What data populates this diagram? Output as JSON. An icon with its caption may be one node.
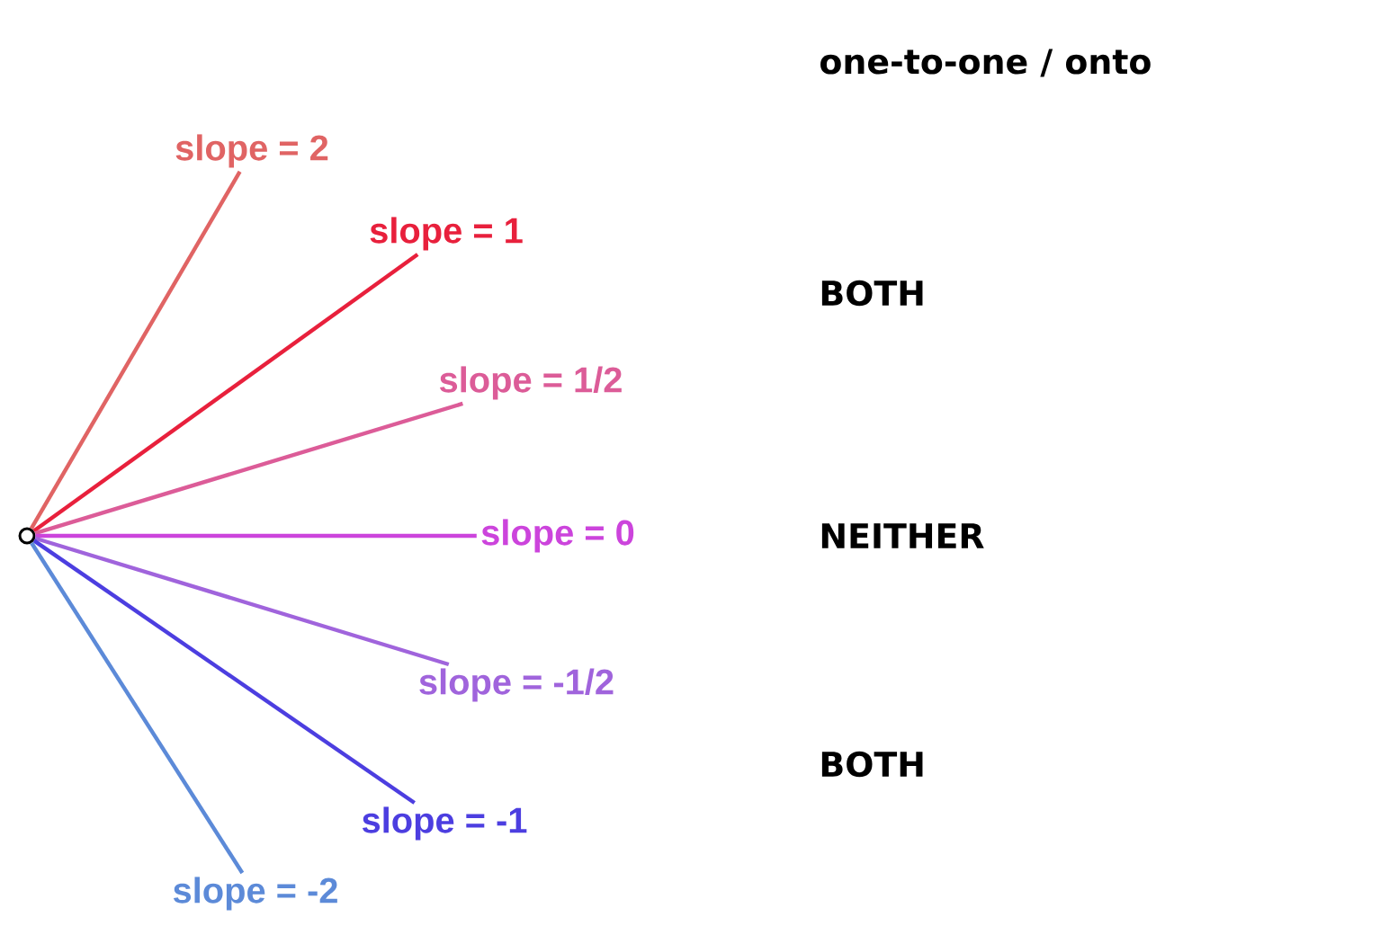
{
  "diagram": {
    "nodes": [
      {
        "text": [],
        "shape": "circle"
      },
      {
        "text": [
          "slope = 2"
        ]
      },
      {
        "text": [
          "slope = 1"
        ]
      },
      {
        "text": [
          "slope = 1/2"
        ]
      },
      {
        "text": [
          "slope = 0"
        ]
      },
      {
        "text": [
          "slope = -1/2"
        ]
      },
      {
        "text": [
          "slope = -1"
        ]
      },
      {
        "text": [
          "slope = -2"
        ]
      }
    ],
    "edges": [
      {
        "from": 0,
        "to": 1,
        "arrow": "none",
        "color": "#e06464"
      },
      {
        "from": 0,
        "to": 2,
        "arrow": "none",
        "color": "#e8203c"
      },
      {
        "from": 0,
        "to": 3,
        "arrow": "none",
        "color": "#dc5c98"
      },
      {
        "from": 0,
        "to": 4,
        "arrow": "none",
        "color": "#cc44dc"
      },
      {
        "from": 0,
        "to": 5,
        "arrow": "none",
        "color": "#a064dc"
      },
      {
        "from": 0,
        "to": 6,
        "arrow": "none",
        "color": "#4c3ee0"
      },
      {
        "from": 0,
        "to": 7,
        "arrow": "none",
        "color": "#5c8ad8"
      }
    ],
    "labels": [
      "one-to-one / onto",
      "BOTH",
      "NEITHER",
      "BOTH"
    ]
  }
}
